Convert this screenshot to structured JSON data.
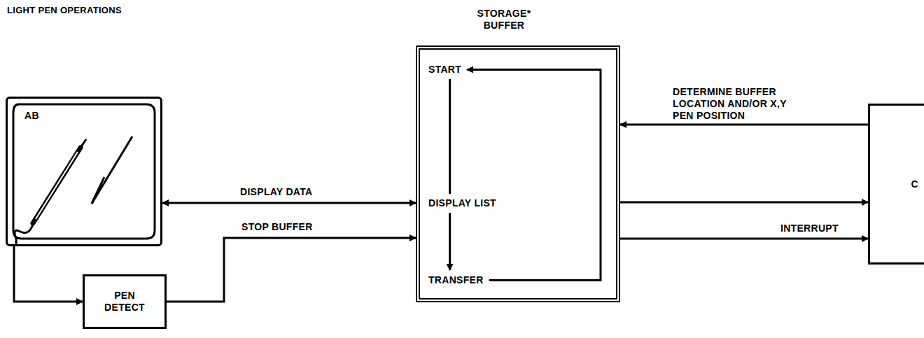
{
  "diagram": {
    "title": "LIGHT PEN OPERATIONS",
    "nodes": [
      {
        "text": [
          "AB"
        ]
      },
      {
        "text": [
          "PEN DETECT"
        ]
      },
      {
        "text": [
          "STORAGE* BUFFER",
          "START",
          "DISPLAY LIST",
          "TRANSFER"
        ]
      },
      {
        "text": [
          "C"
        ]
      }
    ],
    "edges": [
      {
        "from": 0,
        "to": 2,
        "label": "DISPLAY DATA",
        "arrow": "both"
      },
      {
        "from": 0,
        "to": 1,
        "arrow": "to"
      },
      {
        "from": 1,
        "to": 2,
        "label": "STOP BUFFER",
        "arrow": "to"
      },
      {
        "from": 3,
        "to": 2,
        "label": "DETERMINE BUFFER LOCATION AND/OR X,Y PEN POSITION",
        "arrow": "to"
      },
      {
        "from": 2,
        "to": 3,
        "arrow": "to"
      },
      {
        "from": 2,
        "to": 3,
        "label": "INTERRUPT",
        "arrow": "to"
      }
    ]
  }
}
